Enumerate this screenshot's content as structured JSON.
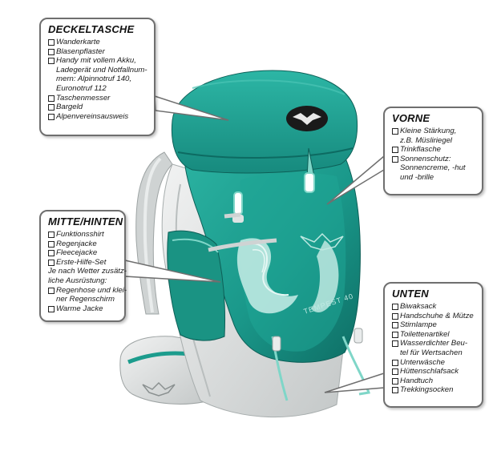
{
  "colors": {
    "teal": "#1c9c8d",
    "teal_dark": "#0f6f66",
    "light_teal": "#7fd6c8",
    "grey_panel": "#d9dcdc",
    "callout_border": "#6f6f6f"
  },
  "pack": {
    "model_label": "TEMPEST 40",
    "logo": "osprey-logo-icon"
  },
  "deckeltasche": {
    "title": "DECKELTASCHE",
    "items": [
      {
        "label": "Wanderkarte",
        "checkbox": true
      },
      {
        "label": "Blasenpflaster",
        "checkbox": true
      },
      {
        "label": "Handy mit vollem Akku,",
        "checkbox": true
      },
      {
        "label": "Ladegerät und Notfallnum-",
        "checkbox": false
      },
      {
        "label": "mern: Alpinnotruf 140,",
        "checkbox": false
      },
      {
        "label": "Euronotruf 112",
        "checkbox": false
      },
      {
        "label": "Taschenmesser",
        "checkbox": true
      },
      {
        "label": "Bargeld",
        "checkbox": true
      },
      {
        "label": "Alpenvereinsausweis",
        "checkbox": true
      }
    ]
  },
  "vorne": {
    "title": "VORNE",
    "items": [
      {
        "label": "Kleine Stärkung,",
        "checkbox": true
      },
      {
        "label": "z.B. Müsliriegel",
        "checkbox": false
      },
      {
        "label": "Trinkflasche",
        "checkbox": true
      },
      {
        "label": "Sonnenschutz:",
        "checkbox": true
      },
      {
        "label": "Sonnencreme, -hut",
        "checkbox": false
      },
      {
        "label": "und -brille",
        "checkbox": false
      }
    ]
  },
  "mitte_hinten": {
    "title": "MITTE/HINTEN",
    "items": [
      {
        "label": "Funktionsshirt",
        "checkbox": true
      },
      {
        "label": "Regenjacke",
        "checkbox": true
      },
      {
        "label": "Fleecejacke",
        "checkbox": true
      },
      {
        "label": "Erste-Hilfe-Set",
        "checkbox": true
      },
      {
        "label": "Je nach Wetter zusätz-",
        "checkbox": false,
        "note": true
      },
      {
        "label": "liche Ausrüstung:",
        "checkbox": false,
        "note": true
      },
      {
        "label": "Regenhose und klei-",
        "checkbox": true
      },
      {
        "label": "ner Regenschirm",
        "checkbox": false
      },
      {
        "label": "Warme Jacke",
        "checkbox": true
      }
    ]
  },
  "unten": {
    "title": "UNTEN",
    "items": [
      {
        "label": "Biwaksack",
        "checkbox": true
      },
      {
        "label": "Handschuhe & Mütze",
        "checkbox": true
      },
      {
        "label": "Stirnlampe",
        "checkbox": true
      },
      {
        "label": "Toilettenartikel",
        "checkbox": true
      },
      {
        "label": "Wasserdichter Beu-",
        "checkbox": true
      },
      {
        "label": "tel für Wertsachen",
        "checkbox": false
      },
      {
        "label": "Unterwäsche",
        "checkbox": true
      },
      {
        "label": "Hüttenschlafsack",
        "checkbox": true
      },
      {
        "label": "Handtuch",
        "checkbox": true
      },
      {
        "label": "Trekkingsocken",
        "checkbox": true
      }
    ]
  }
}
